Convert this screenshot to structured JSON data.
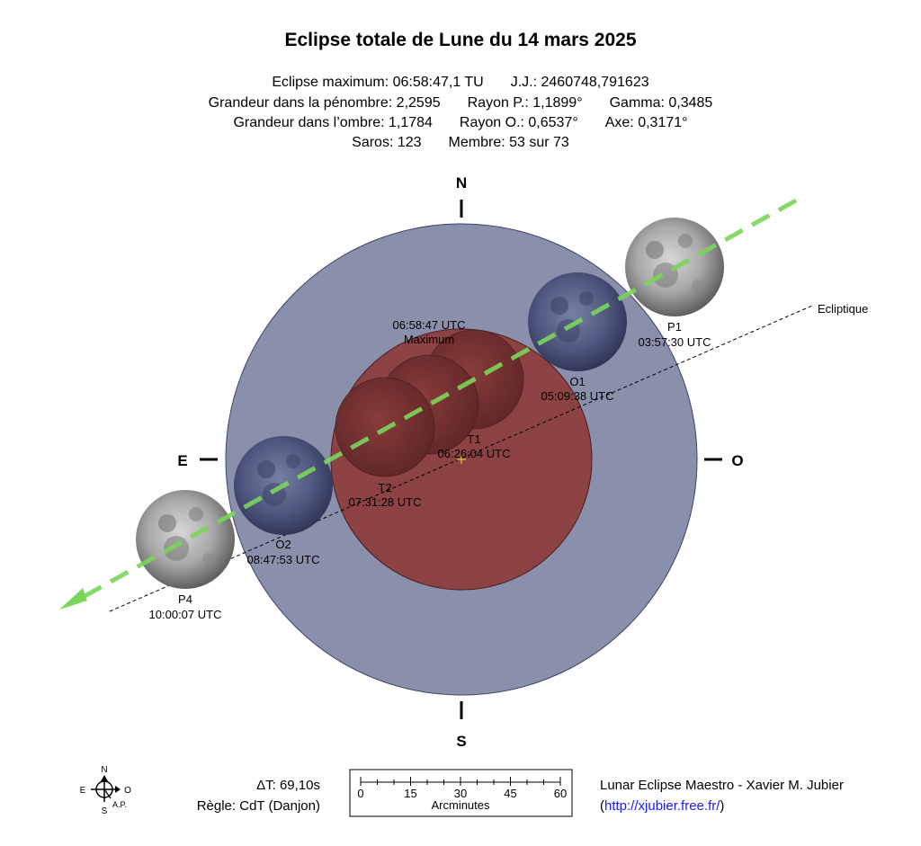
{
  "title": "Eclipse totale de Lune du 14 mars 2025",
  "info": {
    "max": "Eclipse maximum: 06:58:47,1 TU",
    "jj": "J.J.: 2460748,791623",
    "pen_mag": "Grandeur dans la pénombre: 2,2595",
    "rayon_p": "Rayon P.: 1,1899°",
    "gamma": "Gamma: 0,3485",
    "umb_mag": "Grandeur dans l’ombre: 1,1784",
    "rayon_o": "Rayon O.: 0,6537°",
    "axe": "Axe: 0,3171°",
    "saros": "Saros: 123",
    "membre": "Membre: 53 sur 73"
  },
  "compass": {
    "n": "N",
    "s": "S",
    "e": "E",
    "o": "O"
  },
  "ecliptic_label": "Ecliptique",
  "contacts": [
    {
      "id": "P1",
      "time": "03:57:30 UTC"
    },
    {
      "id": "O1",
      "time": "05:09:38 UTC"
    },
    {
      "id": "T1",
      "time": "06:26:04 UTC"
    },
    {
      "id": "Maximum",
      "time": "06:58:47 UTC"
    },
    {
      "id": "T2",
      "time": "07:31:28 UTC"
    },
    {
      "id": "O2",
      "time": "08:47:53 UTC"
    },
    {
      "id": "P4",
      "time": "10:00:07 UTC"
    }
  ],
  "footer": {
    "delta_t": "ΔT: 69,10s",
    "rule": "Règle: CdT (Danjon)",
    "scale_ticks": [
      "0",
      "15",
      "30",
      "45",
      "60"
    ],
    "scale_label": "Arcminutes",
    "credit": "Lunar Eclipse Maestro - Xavier M. Jubier",
    "link_open": "(",
    "link": "http://xjubier.free.fr/",
    "link_close": ")",
    "mini_n": "N",
    "mini_s": "S",
    "mini_e": "E",
    "mini_o": "O",
    "mini_ap": "A.P."
  },
  "colors": {
    "penumbra": "#8a8fab",
    "umbra": "#8c4242",
    "moon_path": "#7ad65a"
  }
}
